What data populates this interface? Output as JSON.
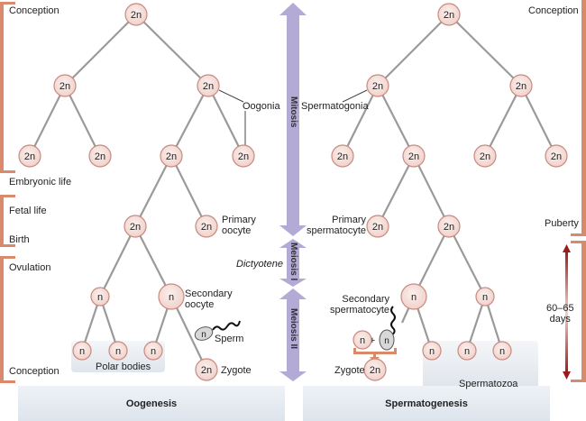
{
  "node_labels": {
    "diploid": "2n",
    "haploid": "n"
  },
  "left_timeline": {
    "conception_top": "Conception",
    "embryonic_life": "Embryonic life",
    "fetal_life": "Fetal life",
    "birth": "Birth",
    "ovulation": "Ovulation",
    "conception_bottom": "Conception"
  },
  "right_timeline": {
    "conception_top": "Conception",
    "puberty": "Puberty",
    "duration": "60–65\ndays"
  },
  "phases": {
    "mitosis": "Mitosis",
    "meiosis_1": "Meiosis I",
    "meiosis_2": "Meiosis II",
    "dictyotene": "Dictyotene"
  },
  "oogenesis": {
    "oogonia": "Oogonia",
    "primary_oocyte": "Primary\noocyte",
    "secondary_oocyte": "Secondary\noocyte",
    "sperm": "Sperm",
    "polar_bodies": "Polar bodies",
    "zygote": "Zygote",
    "footer": "Oogenesis"
  },
  "spermatogenesis": {
    "spermatogonia": "Spermatogonia",
    "primary_spermatocyte": "Primary\nspermatocyte",
    "secondary_spermatocyte": "Secondary\nspermatocyte",
    "plus": "+",
    "zygote": "Zygote",
    "spermatozoa": "Spermatozoa",
    "footer": "Spermatogenesis"
  },
  "colors": {
    "bracket": "#d98a6a",
    "arrow": "#b3aad6",
    "node_fill": "#f6e1dc",
    "node_stroke": "#c98a80",
    "line": "#9a9a9a",
    "dark_red": "#9b1b1b"
  }
}
